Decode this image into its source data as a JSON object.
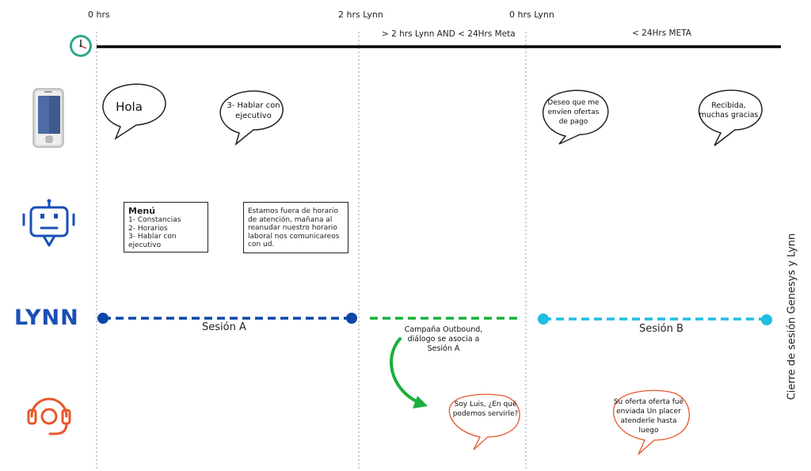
{
  "timeline": {
    "labels": {
      "start": "0 hrs",
      "mid": "2 hrs Lynn",
      "reset": "0 hrs Lynn"
    },
    "ranges": {
      "a": "> 2 hrs Lynn  AND  < 24Hrs Meta",
      "b": "< 24Hrs META"
    }
  },
  "rows": {
    "clock": "clock-icon",
    "phone": "phone-icon",
    "bot": "bot-icon",
    "lynn": "LYNN",
    "agent": "headset-icon"
  },
  "user_bubbles": {
    "hola": "Hola",
    "hablar": "3- Hablar con ejecutivo",
    "deseo": "Deseo que me envíen ofertas de pago",
    "recibida": "Recibida, muchas gracias"
  },
  "bot_boxes": {
    "menu_title": "Menú",
    "menu_items": [
      "1- Constancias",
      "2- Horarios",
      "3- Hablar con ejecutivo"
    ],
    "fuera_horario": "Estamos fuera de horario de atención, mañana al reanudar nuestro horario laboral nos comunicareos con ud."
  },
  "sessions": {
    "a": "Sesión A",
    "b": "Sesión B",
    "outbound": "Campaña Outbound, diálogo se asocia a Sesión A"
  },
  "agent_bubbles": {
    "luis": "Soy Luis, ¿En qué podemos servirle?",
    "oferta": "Su oferta oferta fué enviada Un placer atenderle hasta luego"
  },
  "side_label": "Cierre de sesión Genesys y Lynn",
  "colors": {
    "blue": "#0b47a6",
    "green": "#18b03a",
    "cyan": "#1fbde0",
    "orange": "#e8562a"
  }
}
